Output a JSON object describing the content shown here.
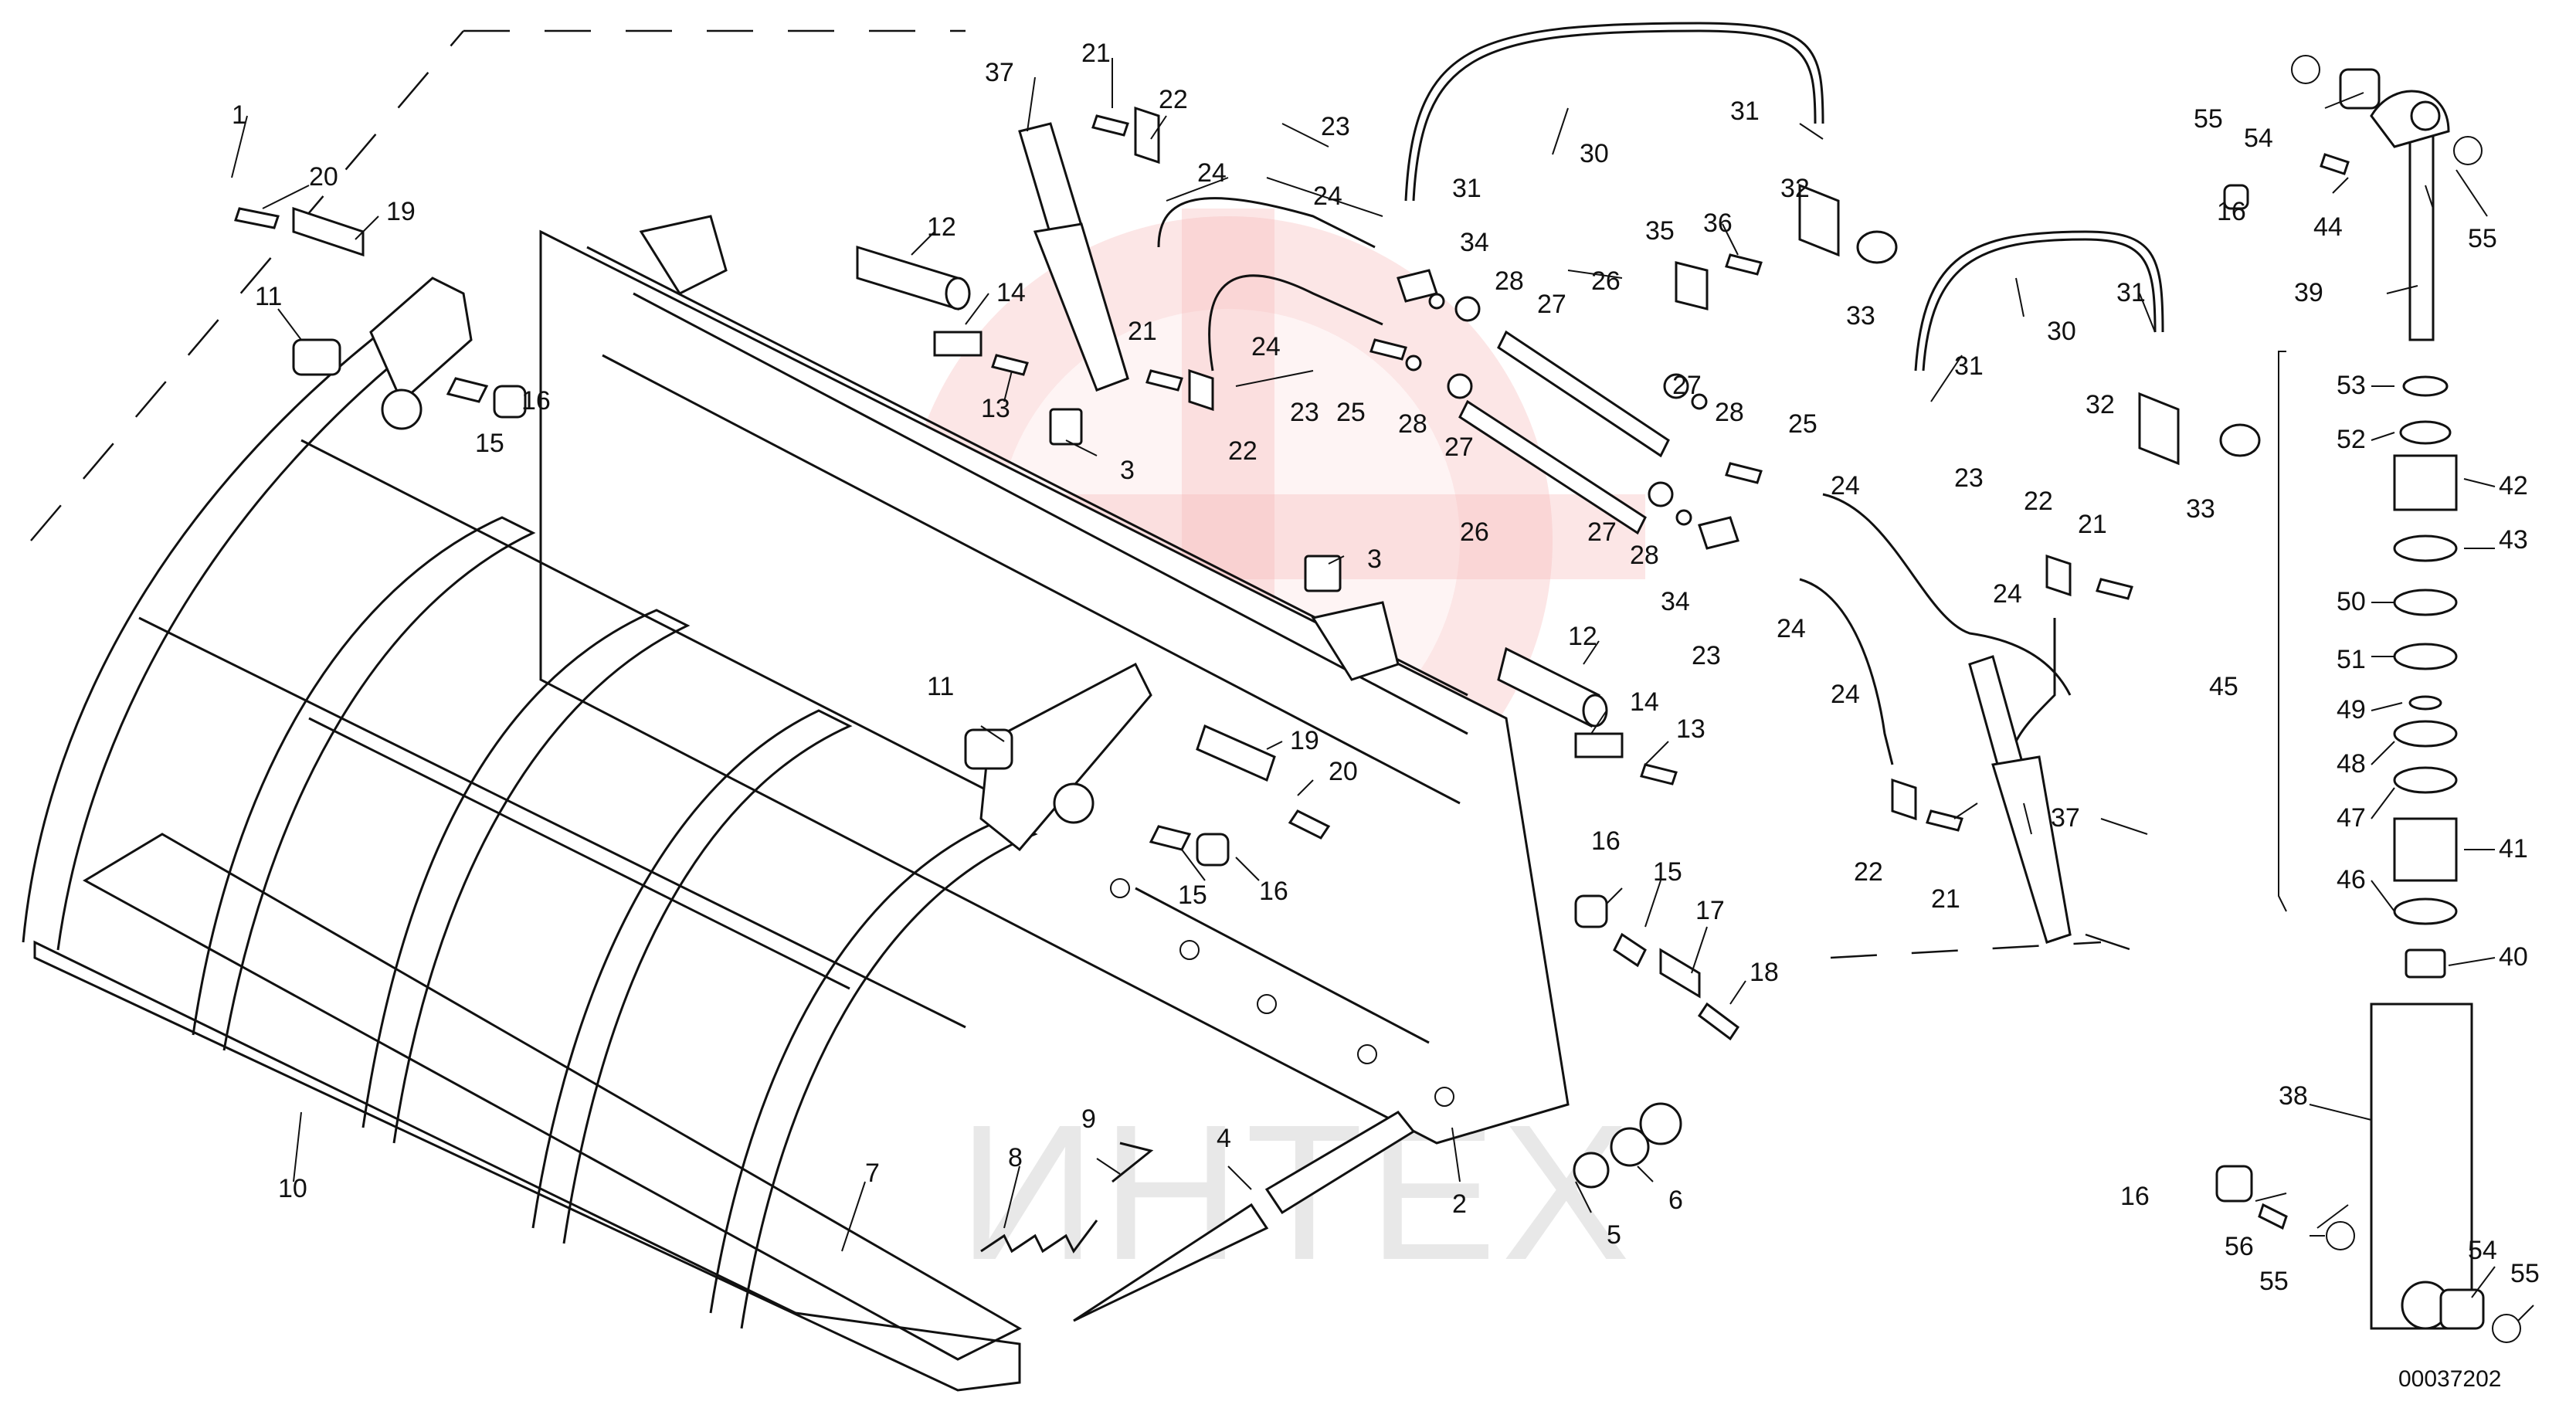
{
  "drawing": {
    "number": "00037202",
    "watermark_text": "ИНТЕХ",
    "watermark_color": "#f3a6a6"
  },
  "labels": [
    {
      "key": "l1",
      "text": "1"
    },
    {
      "key": "l2",
      "text": "2"
    },
    {
      "key": "l3a",
      "text": "3"
    },
    {
      "key": "l3b",
      "text": "3"
    },
    {
      "key": "l4",
      "text": "4"
    },
    {
      "key": "l5",
      "text": "5"
    },
    {
      "key": "l6",
      "text": "6"
    },
    {
      "key": "l7",
      "text": "7"
    },
    {
      "key": "l8",
      "text": "8"
    },
    {
      "key": "l9",
      "text": "9"
    },
    {
      "key": "l10",
      "text": "10"
    },
    {
      "key": "l11a",
      "text": "11"
    },
    {
      "key": "l11b",
      "text": "11"
    },
    {
      "key": "l12a",
      "text": "12"
    },
    {
      "key": "l12b",
      "text": "12"
    },
    {
      "key": "l13a",
      "text": "13"
    },
    {
      "key": "l13b",
      "text": "13"
    },
    {
      "key": "l14a",
      "text": "14"
    },
    {
      "key": "l14b",
      "text": "14"
    },
    {
      "key": "l15a",
      "text": "15"
    },
    {
      "key": "l15b",
      "text": "15"
    },
    {
      "key": "l15c",
      "text": "15"
    },
    {
      "key": "l16a",
      "text": "16"
    },
    {
      "key": "l16b",
      "text": "16"
    },
    {
      "key": "l16c",
      "text": "16"
    },
    {
      "key": "l16d",
      "text": "16"
    },
    {
      "key": "l16e",
      "text": "16"
    },
    {
      "key": "l17",
      "text": "17"
    },
    {
      "key": "l18",
      "text": "18"
    },
    {
      "key": "l19a",
      "text": "19"
    },
    {
      "key": "l19b",
      "text": "19"
    },
    {
      "key": "l20a",
      "text": "20"
    },
    {
      "key": "l20b",
      "text": "20"
    },
    {
      "key": "l21a",
      "text": "21"
    },
    {
      "key": "l21b",
      "text": "21"
    },
    {
      "key": "l21c",
      "text": "21"
    },
    {
      "key": "l21d",
      "text": "21"
    },
    {
      "key": "l22a",
      "text": "22"
    },
    {
      "key": "l22b",
      "text": "22"
    },
    {
      "key": "l22c",
      "text": "22"
    },
    {
      "key": "l22d",
      "text": "22"
    },
    {
      "key": "l23a",
      "text": "23"
    },
    {
      "key": "l23b",
      "text": "23"
    },
    {
      "key": "l23c",
      "text": "23"
    },
    {
      "key": "l23d",
      "text": "23"
    },
    {
      "key": "l24a",
      "text": "24"
    },
    {
      "key": "l24b",
      "text": "24"
    },
    {
      "key": "l24c",
      "text": "24"
    },
    {
      "key": "l24d",
      "text": "24"
    },
    {
      "key": "l24e",
      "text": "24"
    },
    {
      "key": "l24f",
      "text": "24"
    },
    {
      "key": "l24g",
      "text": "24"
    },
    {
      "key": "l25a",
      "text": "25"
    },
    {
      "key": "l25b",
      "text": "25"
    },
    {
      "key": "l26a",
      "text": "26"
    },
    {
      "key": "l26b",
      "text": "26"
    },
    {
      "key": "l27a",
      "text": "27"
    },
    {
      "key": "l27b",
      "text": "27"
    },
    {
      "key": "l27c",
      "text": "27"
    },
    {
      "key": "l27d",
      "text": "27"
    },
    {
      "key": "l28a",
      "text": "28"
    },
    {
      "key": "l28b",
      "text": "28"
    },
    {
      "key": "l28c",
      "text": "28"
    },
    {
      "key": "l28d",
      "text": "28"
    },
    {
      "key": "l30a",
      "text": "30"
    },
    {
      "key": "l30b",
      "text": "30"
    },
    {
      "key": "l31a",
      "text": "31"
    },
    {
      "key": "l31b",
      "text": "31"
    },
    {
      "key": "l31c",
      "text": "31"
    },
    {
      "key": "l31d",
      "text": "31"
    },
    {
      "key": "l32a",
      "text": "32"
    },
    {
      "key": "l32b",
      "text": "32"
    },
    {
      "key": "l33a",
      "text": "33"
    },
    {
      "key": "l33b",
      "text": "33"
    },
    {
      "key": "l34a",
      "text": "34"
    },
    {
      "key": "l34b",
      "text": "34"
    },
    {
      "key": "l35",
      "text": "35"
    },
    {
      "key": "l36",
      "text": "36"
    },
    {
      "key": "l37a",
      "text": "37"
    },
    {
      "key": "l37b",
      "text": "37"
    },
    {
      "key": "l38",
      "text": "38"
    },
    {
      "key": "l39",
      "text": "39"
    },
    {
      "key": "l40",
      "text": "40"
    },
    {
      "key": "l41",
      "text": "41"
    },
    {
      "key": "l42",
      "text": "42"
    },
    {
      "key": "l43",
      "text": "43"
    },
    {
      "key": "l44",
      "text": "44"
    },
    {
      "key": "l45",
      "text": "45"
    },
    {
      "key": "l46",
      "text": "46"
    },
    {
      "key": "l47",
      "text": "47"
    },
    {
      "key": "l48",
      "text": "48"
    },
    {
      "key": "l49",
      "text": "49"
    },
    {
      "key": "l50",
      "text": "50"
    },
    {
      "key": "l51",
      "text": "51"
    },
    {
      "key": "l52",
      "text": "52"
    },
    {
      "key": "l53",
      "text": "53"
    },
    {
      "key": "l54a",
      "text": "54"
    },
    {
      "key": "l54b",
      "text": "54"
    },
    {
      "key": "l55a",
      "text": "55"
    },
    {
      "key": "l55b",
      "text": "55"
    },
    {
      "key": "l55c",
      "text": "55"
    },
    {
      "key": "l55d",
      "text": "55"
    },
    {
      "key": "l56",
      "text": "56"
    }
  ]
}
